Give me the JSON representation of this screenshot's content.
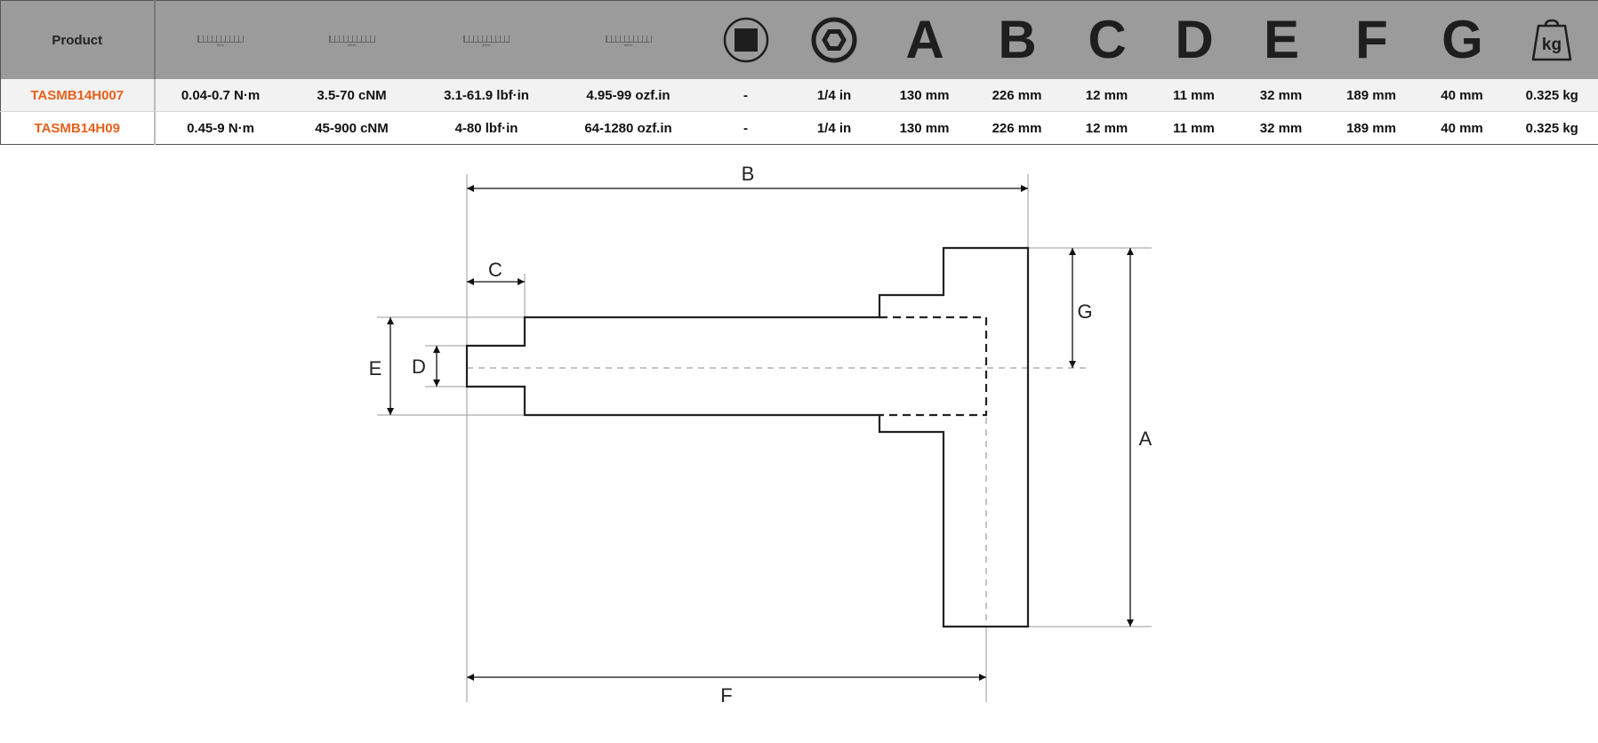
{
  "table": {
    "product_header": "Product",
    "header_icons": [
      {
        "name": "ruler-nm-icon",
        "caption": "N·m"
      },
      {
        "name": "ruler-cnm-icon",
        "caption": "cN·m"
      },
      {
        "name": "ruler-lbfin-icon",
        "caption": "lbf·in"
      },
      {
        "name": "ruler-ozfin-icon",
        "caption": "ozf·in"
      },
      {
        "name": "square-drive-icon"
      },
      {
        "name": "hex-drive-icon"
      }
    ],
    "letters": [
      "A",
      "B",
      "C",
      "D",
      "E",
      "F",
      "G"
    ],
    "weight_icon_label": "kg",
    "rows": [
      {
        "product": "TASMB14H007",
        "nm": "0.04-0.7 N·m",
        "cnm": "3.5-70 cNM",
        "lbfin": "3.1-61.9 lbf·in",
        "ozfin": "4.95-99 ozf.in",
        "square": "-",
        "hex": "1/4 in",
        "a": "130 mm",
        "b": "226 mm",
        "c": "12 mm",
        "d": "11 mm",
        "e": "32 mm",
        "f": "189 mm",
        "g": "40 mm",
        "weight": "0.325 kg"
      },
      {
        "product": "TASMB14H09",
        "nm": "0.45-9 N·m",
        "cnm": "45-900 cNM",
        "lbfin": "4-80 lbf·in",
        "ozfin": "64-1280 ozf.in",
        "square": "-",
        "hex": "1/4 in",
        "a": "130 mm",
        "b": "226 mm",
        "c": "12 mm",
        "d": "11 mm",
        "e": "32 mm",
        "f": "189 mm",
        "g": "40 mm",
        "weight": "0.325 kg"
      }
    ]
  },
  "diagram": {
    "labels": {
      "a": "A",
      "b": "B",
      "c": "C",
      "d": "D",
      "e": "E",
      "f": "F",
      "g": "G"
    }
  },
  "colors": {
    "header_bg": "#9b9b9b",
    "product_accent": "#e8601c",
    "row_alt": "#f2f2f2"
  }
}
